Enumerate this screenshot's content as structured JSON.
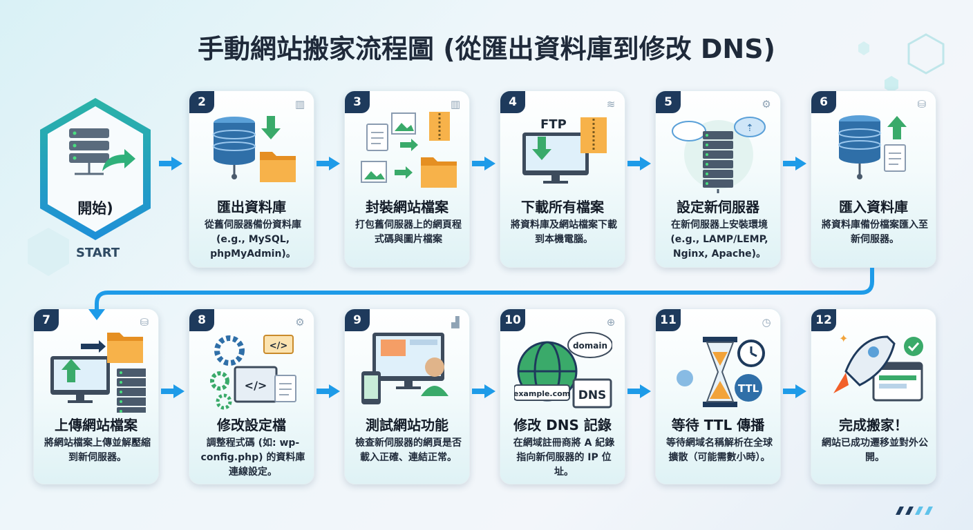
{
  "title": "手動網站搬家流程圖 (從匯出資料庫到修改 DNS)",
  "start": {
    "label": "開始)",
    "caption": "START"
  },
  "colors": {
    "accent": "#1e9be8",
    "badge": "#1e3a5c",
    "db": "#2f6fa8",
    "folder": "#f2a33a",
    "green": "#3aaa6a"
  },
  "steps": [
    {
      "num": "2",
      "title": "匯出資料庫",
      "desc": "從舊伺服器備份資料庫 (e.g., MySQL, phpMyAdmin)。",
      "icon": "database-export-icon",
      "corner_icon": "books-icon"
    },
    {
      "num": "3",
      "title": "封裝網站檔案",
      "desc": "打包舊伺服器上的網頁程式碼與圖片檔案",
      "icon": "zip-files-icon",
      "corner_icon": "books-icon"
    },
    {
      "num": "4",
      "title": "下載所有檔案",
      "desc": "將資料庫及網站檔案下載到本機電腦。",
      "icon": "ftp-download-icon",
      "corner_icon": "layers-icon",
      "art_label": "FTP"
    },
    {
      "num": "5",
      "title": "設定新伺服器",
      "desc": "在新伺服器上安裝環境 (e.g., LAMP/LEMP, Nginx, Apache)。",
      "icon": "cloud-server-icon",
      "corner_icon": "gear-icon"
    },
    {
      "num": "6",
      "title": "匯入資料庫",
      "desc": "將資料庫備份檔案匯入至新伺服器。",
      "icon": "database-import-icon",
      "corner_icon": "database-icon"
    },
    {
      "num": "7",
      "title": "上傳網站檔案",
      "desc": "將網站檔案上傳並解壓縮到新伺服器。",
      "icon": "upload-icon",
      "corner_icon": "database-icon"
    },
    {
      "num": "8",
      "title": "修改設定檔",
      "desc": "調整程式碼 (如: wp-config.php) 的資料庫連線設定。",
      "icon": "config-code-icon",
      "corner_icon": "gear-icon",
      "art_label": "</>"
    },
    {
      "num": "9",
      "title": "測試網站功能",
      "desc": "檢查新伺服器的網頁是否載入正確、連結正常。",
      "icon": "devices-test-icon",
      "corner_icon": "chart-icon"
    },
    {
      "num": "10",
      "title": "修改 DNS 記錄",
      "desc": "在網域註冊商將 A 紀錄指向新伺服器的 IP 位址。",
      "icon": "globe-dns-icon",
      "corner_icon": "globe-icon",
      "art_labels": [
        "domain",
        "example.com",
        "DNS"
      ]
    },
    {
      "num": "11",
      "title": "等待 TTL 傳播",
      "desc": "等待網域名稱解析在全球擴散（可能需數小時）。",
      "icon": "hourglass-icon",
      "corner_icon": "clock-icon",
      "art_label": "TTL"
    },
    {
      "num": "12",
      "title": "完成搬家！",
      "desc": "網站已成功遷移並對外公開。",
      "icon": "rocket-launch-icon",
      "corner_icon": "none"
    }
  ]
}
